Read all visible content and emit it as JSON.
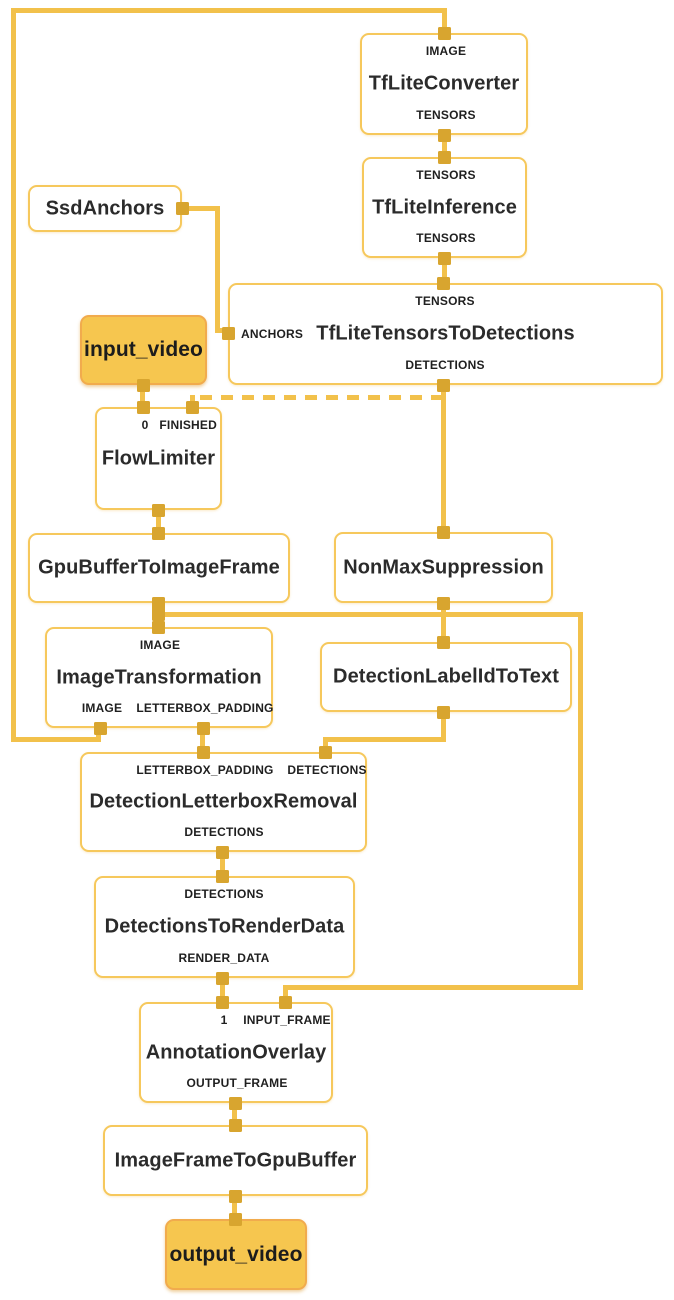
{
  "diagram_type": "mediapipe-calculator-graph",
  "colors": {
    "edge": "#F2C14B",
    "port_marker": "#D8A52F",
    "node_border": "#F6C85C",
    "node_fill": "#FFFFFF",
    "terminal_fill": "#F6C64F",
    "terminal_border": "#F1AB4D",
    "title_text": "#2B2B2B",
    "port_label_text": "#1F1F1F",
    "background": "#FFFFFF"
  },
  "nodes": {
    "tflite_converter": {
      "title": "TfLiteConverter",
      "top_port": "IMAGE",
      "bottom_port": "TENSORS"
    },
    "tflite_inference": {
      "title": "TfLiteInference",
      "top_port": "TENSORS",
      "bottom_port": "TENSORS"
    },
    "ssd_anchors": {
      "title": "SsdAnchors"
    },
    "tflite_tensors_to_detections": {
      "title": "TfLiteTensorsToDetections",
      "top_port": "TENSORS",
      "left_port": "ANCHORS",
      "bottom_port": "DETECTIONS"
    },
    "input_video": {
      "title": "input_video"
    },
    "flow_limiter": {
      "title": "FlowLimiter",
      "top_port_1": "0",
      "top_port_2": "FINISHED"
    },
    "gpu_buffer_to_image_frame": {
      "title": "GpuBufferToImageFrame"
    },
    "non_max_suppression": {
      "title": "NonMaxSuppression"
    },
    "image_transformation": {
      "title": "ImageTransformation",
      "top_port": "IMAGE",
      "bottom_port_1": "IMAGE",
      "bottom_port_2": "LETTERBOX_PADDING"
    },
    "detection_label_id_to_text": {
      "title": "DetectionLabelIdToText"
    },
    "detection_letterbox_removal": {
      "title": "DetectionLetterboxRemoval",
      "top_port_1": "LETTERBOX_PADDING",
      "top_port_2": "DETECTIONS",
      "bottom_port": "DETECTIONS"
    },
    "detections_to_render_data": {
      "title": "DetectionsToRenderData",
      "top_port": "DETECTIONS",
      "bottom_port": "RENDER_DATA"
    },
    "annotation_overlay": {
      "title": "AnnotationOverlay",
      "top_port_1": "1",
      "top_port_2": "INPUT_FRAME",
      "bottom_port": "OUTPUT_FRAME"
    },
    "image_frame_to_gpu_buffer": {
      "title": "ImageFrameToGpuBuffer"
    },
    "output_video": {
      "title": "output_video"
    }
  },
  "edges": [
    {
      "from": "input_video",
      "to": "flow_limiter.0"
    },
    {
      "from": "tflite_tensors_to_detections.DETECTIONS",
      "to": "flow_limiter.FINISHED",
      "style": "dashed"
    },
    {
      "from": "flow_limiter",
      "to": "gpu_buffer_to_image_frame"
    },
    {
      "from": "gpu_buffer_to_image_frame",
      "to": "image_transformation.IMAGE"
    },
    {
      "from": "gpu_buffer_to_image_frame",
      "to": "annotation_overlay.INPUT_FRAME"
    },
    {
      "from": "image_transformation.IMAGE",
      "to": "tflite_converter.IMAGE"
    },
    {
      "from": "image_transformation.LETTERBOX_PADDING",
      "to": "detection_letterbox_removal.LETTERBOX_PADDING"
    },
    {
      "from": "tflite_converter.TENSORS",
      "to": "tflite_inference.TENSORS"
    },
    {
      "from": "tflite_inference.TENSORS",
      "to": "tflite_tensors_to_detections.TENSORS"
    },
    {
      "from": "ssd_anchors",
      "to": "tflite_tensors_to_detections.ANCHORS"
    },
    {
      "from": "tflite_tensors_to_detections.DETECTIONS",
      "to": "non_max_suppression"
    },
    {
      "from": "non_max_suppression",
      "to": "detection_label_id_to_text"
    },
    {
      "from": "detection_label_id_to_text",
      "to": "detection_letterbox_removal.DETECTIONS"
    },
    {
      "from": "detection_letterbox_removal.DETECTIONS",
      "to": "detections_to_render_data.DETECTIONS"
    },
    {
      "from": "detections_to_render_data.RENDER_DATA",
      "to": "annotation_overlay.1"
    },
    {
      "from": "annotation_overlay.OUTPUT_FRAME",
      "to": "image_frame_to_gpu_buffer"
    },
    {
      "from": "image_frame_to_gpu_buffer",
      "to": "output_video"
    }
  ]
}
